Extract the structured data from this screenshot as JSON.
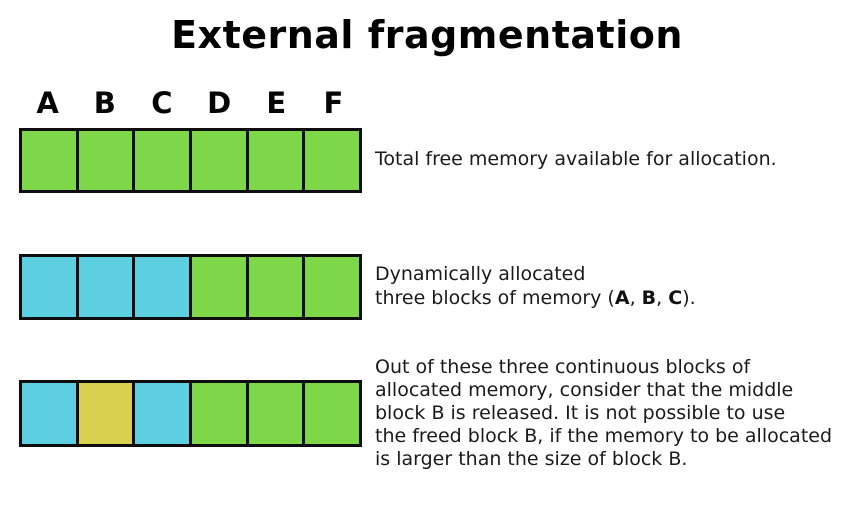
{
  "title": "External fragmentation",
  "column_labels": [
    "A",
    "B",
    "C",
    "D",
    "E",
    "F"
  ],
  "colors": {
    "free": "#7dd748",
    "allocated": "#5ccfe0",
    "released": "#d9cf4f",
    "border": "#0d0d0d"
  },
  "rows": [
    {
      "blocks": [
        "free",
        "free",
        "free",
        "free",
        "free",
        "free"
      ],
      "caption_lines": [
        "Total free memory available for allocation."
      ]
    },
    {
      "blocks": [
        "allocated",
        "allocated",
        "allocated",
        "free",
        "free",
        "free"
      ],
      "caption_line1": "Dynamically allocated",
      "caption_line2": {
        "prefix": "three blocks of memory (",
        "a": "A",
        "sep1": ", ",
        "b": "B",
        "sep2": ", ",
        "c": "C",
        "suffix": ")."
      }
    },
    {
      "blocks": [
        "allocated",
        "released",
        "allocated",
        "free",
        "free",
        "free"
      ],
      "caption_lines": [
        "Out of these three continuous blocks of",
        "allocated memory, consider that the middle",
        "block B is released. It is not possible to use",
        "the freed block B, if the memory to be allocated",
        "is larger than the size of block B."
      ]
    }
  ]
}
